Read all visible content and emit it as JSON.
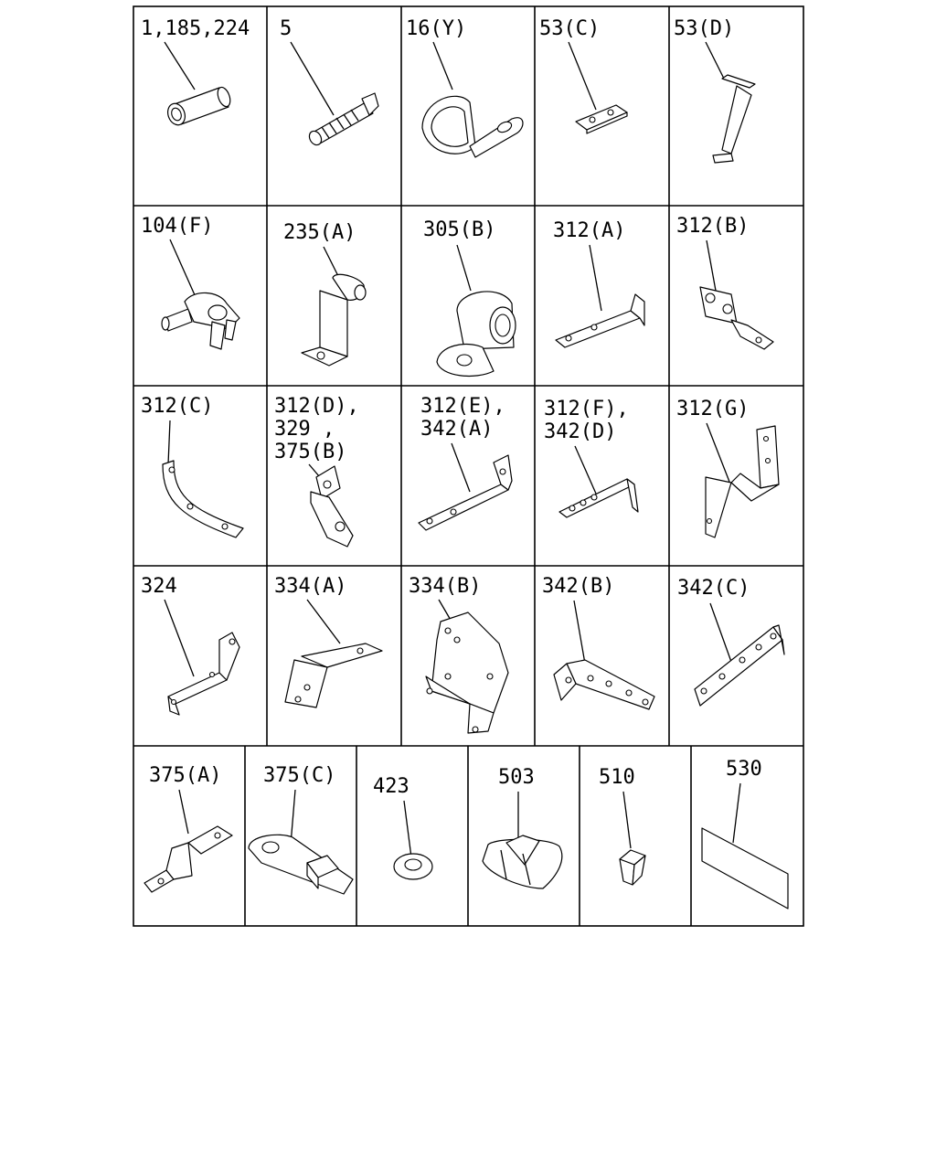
{
  "parts": {
    "r1": [
      {
        "id": "c11",
        "label": "1,185,224"
      },
      {
        "id": "c12",
        "label": "5"
      },
      {
        "id": "c13",
        "label": "16(Y)"
      },
      {
        "id": "c14",
        "label": "53(C)"
      },
      {
        "id": "c15",
        "label": "53(D)"
      }
    ],
    "r2": [
      {
        "id": "c21",
        "label": "104(F)"
      },
      {
        "id": "c22",
        "label": "235(A)"
      },
      {
        "id": "c23",
        "label": "305(B)"
      },
      {
        "id": "c24",
        "label": "312(A)"
      },
      {
        "id": "c25",
        "label": "312(B)"
      }
    ],
    "r3": [
      {
        "id": "c31",
        "label": "312(C)"
      },
      {
        "id": "c32",
        "lines": [
          "312(D),",
          "329 ,",
          "375(B)"
        ]
      },
      {
        "id": "c33",
        "lines": [
          "312(E),",
          "342(A)"
        ]
      },
      {
        "id": "c34",
        "lines": [
          "312(F),",
          "342(D)"
        ]
      },
      {
        "id": "c35",
        "label": "312(G)"
      }
    ],
    "r4": [
      {
        "id": "c41",
        "label": "324"
      },
      {
        "id": "c42",
        "label": "334(A)"
      },
      {
        "id": "c43",
        "label": "334(B)"
      },
      {
        "id": "c44",
        "label": "342(B)"
      },
      {
        "id": "c45",
        "label": "342(C)"
      }
    ],
    "r5": [
      {
        "id": "c51",
        "label": "375(A)"
      },
      {
        "id": "c52",
        "label": "375(C)"
      },
      {
        "id": "c53",
        "label": "423"
      },
      {
        "id": "c54",
        "label": "503"
      },
      {
        "id": "c55",
        "label": "510"
      },
      {
        "id": "c56",
        "label": "530"
      }
    ]
  }
}
